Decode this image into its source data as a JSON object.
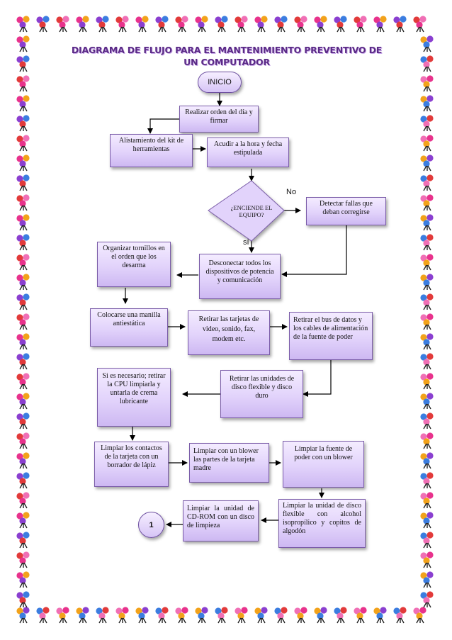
{
  "title": "Diagrama de flujo para el mantenimiento preventivo de un computador",
  "nodes": {
    "inicio": "INICIO",
    "orden": "Realizar orden del día y firmar",
    "kit": "Alistamiento del kit de herramientas",
    "acudir": "Acudir a la hora y fecha estipulada",
    "decision": "¿ENCIENDE EL EQUIPO?",
    "fallas": "Detectar fallas que deban corregirse",
    "desconectar": "Desconectar todos los dispositivos de potencia y comunicación",
    "organizar": "Organizar tornillos en el orden que los desarma",
    "manilla": "Colocarse una manilla antiestática",
    "tarjetas": "Retirar las tarjetas de video, sonido, fax, modem etc.",
    "bus": "Retirar el bus de datos y los cables de alimentación de la fuente de poder",
    "unidades": "Retirar las unidades de disco flexible y disco duro",
    "cpu": "Si es necesario; retirar la CPU limpiarla y untarla de crema lubricante",
    "contactos": "Limpiar los contactos de la tarjeta con un borrador de lápiz",
    "blower_madre": "Limpiar con un blower las partes de la tarjeta madre",
    "blower_fuente": "Limpiar la fuente de poder con un blower",
    "disco_flexible": "Limpiar la unidad de disco flexible con alcohol isopropílico y copitos de algodón",
    "cdrom": "Limpiar la unidad de CD-ROM con un disco de limpieza",
    "connector": "1"
  },
  "labels": {
    "no": "No",
    "si": "sí"
  },
  "colors": {
    "box_fill": "#e2d3fb",
    "box_border": "#7a5ca8",
    "title": "#5a2a86",
    "arrow": "#000000"
  }
}
